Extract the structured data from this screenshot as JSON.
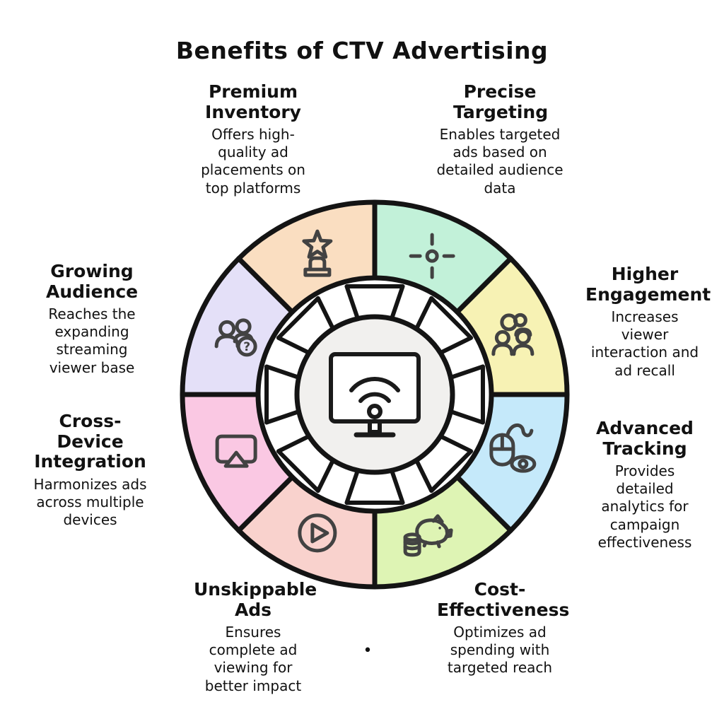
{
  "title": "Benefits of CTV Advertising",
  "colors": {
    "outline": "#141414",
    "icon_stroke": "#424242",
    "hub_fill": "#f1f0ee",
    "spoke_fill": "#ffffff"
  },
  "center": {
    "icon": "ctv-monitor-icon"
  },
  "glyphs": {
    "question_mark": "?",
    "stray_dot": "•"
  },
  "segments": [
    {
      "id": "precise-targeting",
      "label": "Precise Targeting",
      "description": "Enables targeted ads based on detailed audience data",
      "color": "#c2f1d9",
      "icon": "crosshair-icon",
      "position": "top-right"
    },
    {
      "id": "higher-engagement",
      "label": "Higher Engagement",
      "description": "Increases viewer interaction and ad recall",
      "color": "#f7f2b4",
      "icon": "engagement-people-icon",
      "position": "right-upper"
    },
    {
      "id": "advanced-tracking",
      "label": "Advanced Tracking",
      "description": "Provides detailed analytics for campaign effectiveness",
      "color": "#c5e9fa",
      "icon": "mouse-eye-icon",
      "position": "right-lower"
    },
    {
      "id": "cost-effectiveness",
      "label": "Cost-Effectiveness",
      "description": "Optimizes ad spending with targeted reach",
      "color": "#def4b4",
      "icon": "piggy-bank-icon",
      "position": "bottom-right"
    },
    {
      "id": "unskippable-ads",
      "label": "Unskippable Ads",
      "description": "Ensures complete ad viewing for better impact",
      "color": "#f9d2cd",
      "icon": "play-circle-icon",
      "position": "bottom-left"
    },
    {
      "id": "cross-device-integration",
      "label": "Cross-Device Integration",
      "description": "Harmonizes ads across multiple devices",
      "color": "#fac8e3",
      "icon": "airplay-icon",
      "position": "left-lower"
    },
    {
      "id": "growing-audience",
      "label": "Growing Audience",
      "description": "Reaches the expanding streaming viewer base",
      "color": "#e4e0f8",
      "icon": "audience-question-icon",
      "position": "left-upper"
    },
    {
      "id": "premium-inventory",
      "label": "Premium Inventory",
      "description": "Offers high-quality ad placements on top platforms",
      "color": "#fadec1",
      "icon": "trophy-star-icon",
      "position": "top-left"
    }
  ]
}
